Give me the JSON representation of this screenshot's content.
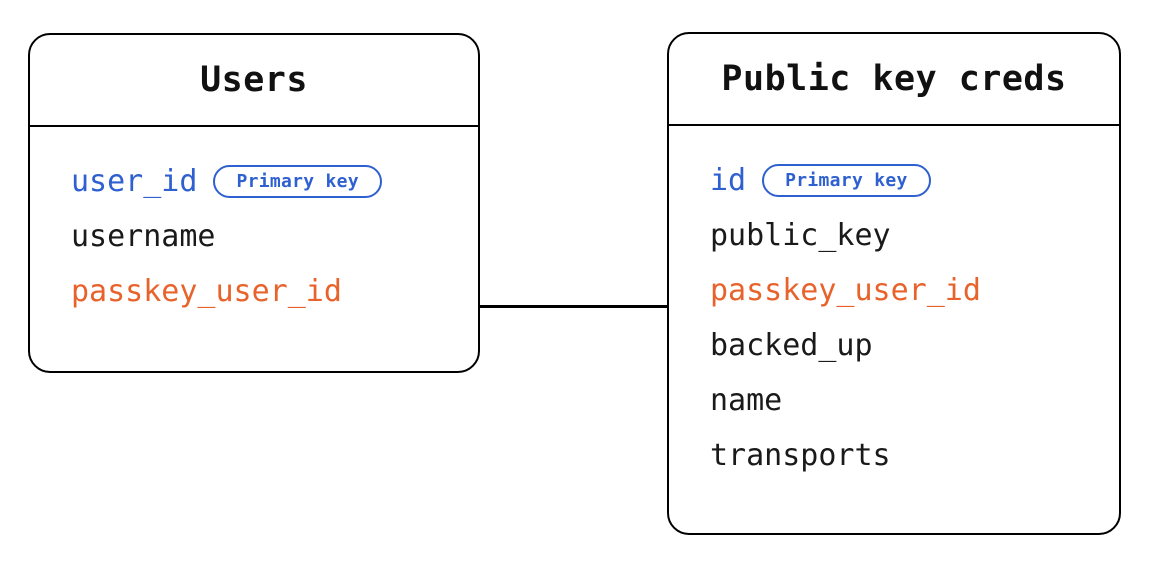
{
  "diagram": {
    "type": "entity-relationship-diagram",
    "background_color": "#ffffff",
    "colors": {
      "border": "#000000",
      "primary_key": "#2f60cf",
      "foreign_key": "#e8632c",
      "text": "#1a1a1a"
    },
    "entities": [
      {
        "id": "users",
        "title": "Users",
        "fields": [
          {
            "name": "user_id",
            "role": "key",
            "badge": "Primary key"
          },
          {
            "name": "username",
            "role": "plain",
            "badge": null
          },
          {
            "name": "passkey_user_id",
            "role": "fkey",
            "badge": null
          }
        ]
      },
      {
        "id": "public-key-creds",
        "title": "Public key creds",
        "fields": [
          {
            "name": "id",
            "role": "key",
            "badge": "Primary key"
          },
          {
            "name": "public_key",
            "role": "plain",
            "badge": null
          },
          {
            "name": "passkey_user_id",
            "role": "fkey",
            "badge": null
          },
          {
            "name": "backed_up",
            "role": "plain",
            "badge": null
          },
          {
            "name": "name",
            "role": "plain",
            "badge": null
          },
          {
            "name": "transports",
            "role": "plain",
            "badge": null
          }
        ]
      }
    ],
    "relationships": [
      {
        "from": "users.passkey_user_id",
        "to": "public-key-creds.passkey_user_id",
        "style": "solid-line"
      }
    ]
  }
}
